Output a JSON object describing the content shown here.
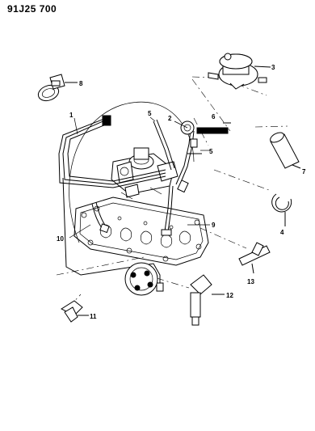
{
  "diagram_code": "91J25 700",
  "callouts": {
    "c1": "1",
    "c2": "2",
    "c3": "3",
    "c4": "4",
    "c5a": "5",
    "c5b": "5",
    "c6": "6",
    "c7": "7",
    "c8": "8",
    "c9": "9",
    "c10": "10",
    "c11": "11",
    "c12": "12",
    "c13": "13"
  }
}
